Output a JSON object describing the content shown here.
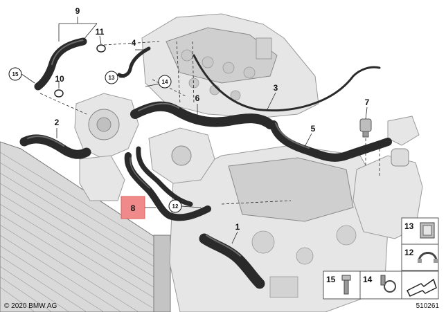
{
  "copyright": "© 2020 BMW AG",
  "diagram_number": "510261",
  "callouts": {
    "c1": "1",
    "c2": "2",
    "c3": "3",
    "c4": "4",
    "c5": "5",
    "c6": "6",
    "c7": "7",
    "c8": "8",
    "c9": "9",
    "c10": "10",
    "c11": "11",
    "c12": "12",
    "c13": "13",
    "c14": "14",
    "c15": "15"
  },
  "legend": {
    "item13": "13",
    "item12": "12",
    "item15": "15",
    "item14": "14"
  },
  "colors": {
    "highlight": "#f08a8a",
    "hose": "#2a2a2a",
    "engine": "#e6e6e6"
  }
}
